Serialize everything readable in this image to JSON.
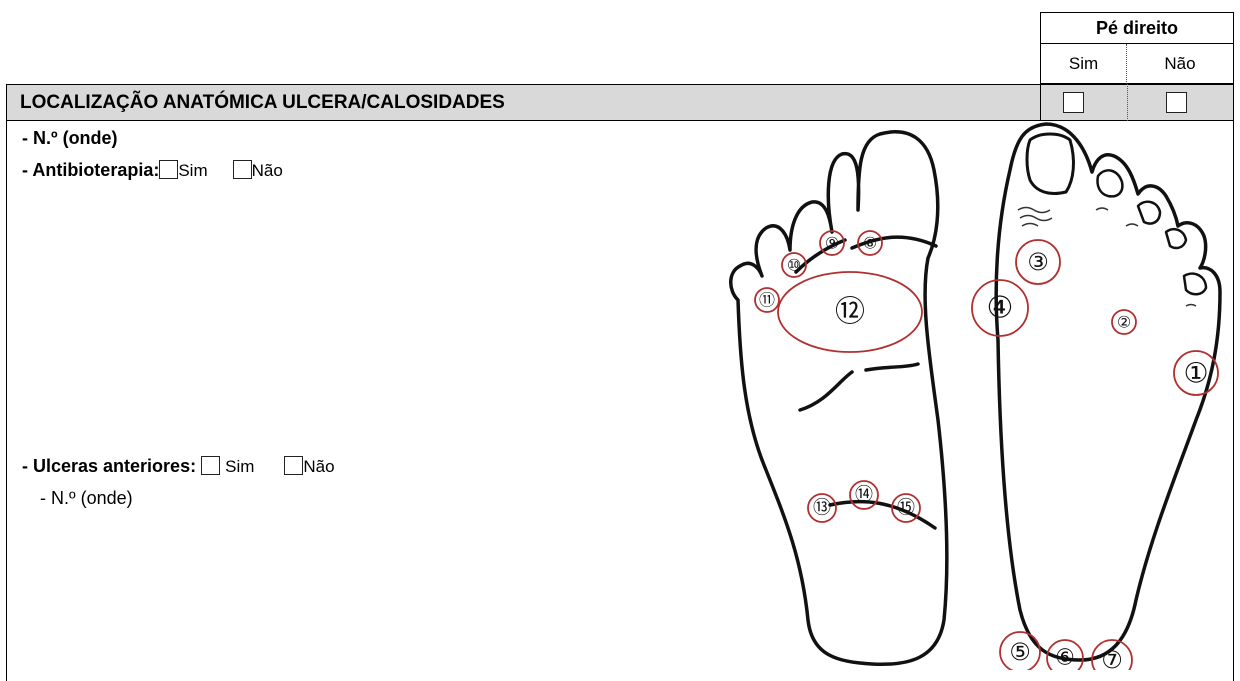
{
  "header": {
    "title": "Pé direito",
    "col_sim": "Sim",
    "col_nao": "Não"
  },
  "section": {
    "title": "LOCALIZAÇÃO ANATÓMICA ULCERA/CALOSIDADES"
  },
  "fields": {
    "numero_label": "- N.º (onde)",
    "antibio_label": "- Antibioterapia:",
    "antibio_sim": "Sim",
    "antibio_nao": "Não",
    "ulceras_label": "- Ulceras anteriores:",
    "ulceras_sim": "Sim",
    "ulceras_nao": "Não",
    "ulceras_numero": "- N.º (onde)"
  },
  "diagram": {
    "markers": [
      "①",
      "②",
      "③",
      "④",
      "⑤",
      "⑥",
      "⑦",
      "⑧",
      "⑨",
      "⑩",
      "⑪",
      "⑫",
      "⑬",
      "⑭",
      "⑮"
    ],
    "marker_color": "#b03030"
  }
}
